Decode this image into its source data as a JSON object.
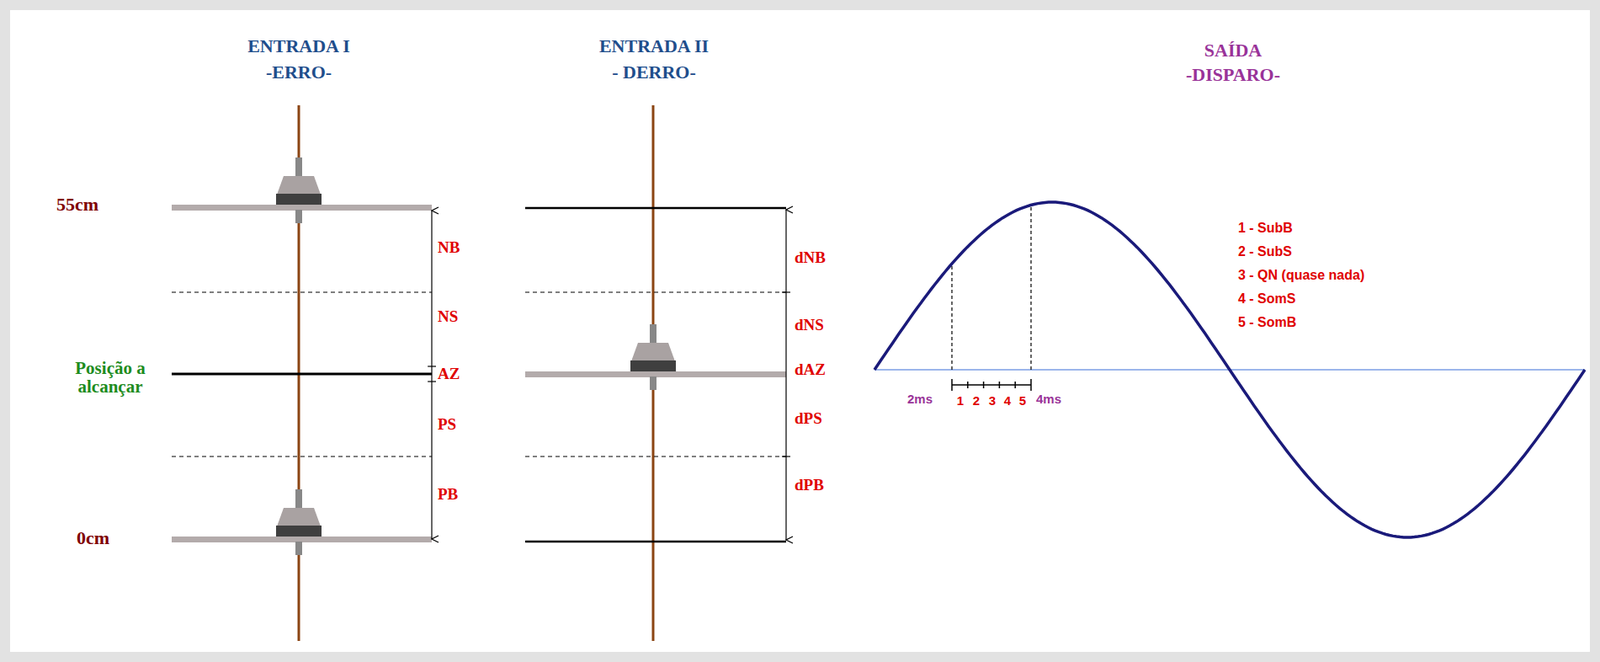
{
  "diagram": {
    "labels": [
      "ENTRADA I",
      "-ERRO-",
      "ENTRADA II",
      "- DERRO-",
      "SAÍDA",
      "-DISPARO-",
      "55cm",
      "Posição a alcançar",
      "0cm",
      "NB",
      "NS",
      "AZ",
      "PS",
      "PB",
      "dNB",
      "dNS",
      "dAZ",
      "dPS",
      "dPB",
      "1 - SubB",
      "2 - SubS",
      "3 - QN (quase nada)",
      "4 - SomS",
      "5 - SomB",
      "2ms",
      "1",
      "2",
      "3",
      "4",
      "5",
      "4ms"
    ]
  }
}
